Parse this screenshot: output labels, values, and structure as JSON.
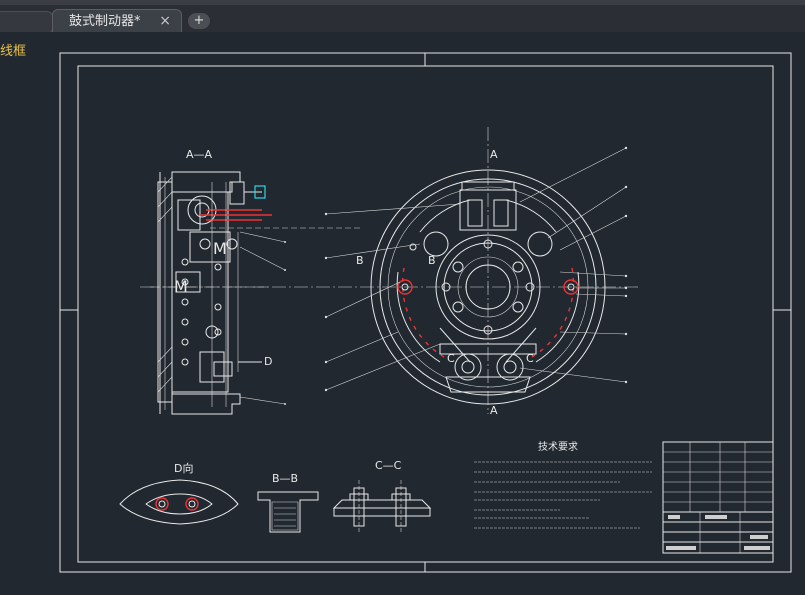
{
  "tabs": {
    "active_label": "鼓式制动器*",
    "close_glyph": "×",
    "add_glyph": "+"
  },
  "viewport": {
    "label": "线框"
  },
  "drawing": {
    "section_aa": "A—A",
    "view_d": "D向",
    "section_bb": "B—B",
    "section_cc": "C—C",
    "mark_a_top": "A",
    "mark_a_bottom": "A",
    "mark_b_left": "B",
    "mark_b_right": "B",
    "mark_c_left": "C",
    "mark_c_right": "C",
    "mark_d": "D",
    "tech_title": "技术要求"
  },
  "colors": {
    "background": "#212830",
    "line": "#e8e8e8",
    "hidden_red": "#e33333",
    "cyan": "#29d6e6",
    "label_yellow": "#e8c24a"
  }
}
